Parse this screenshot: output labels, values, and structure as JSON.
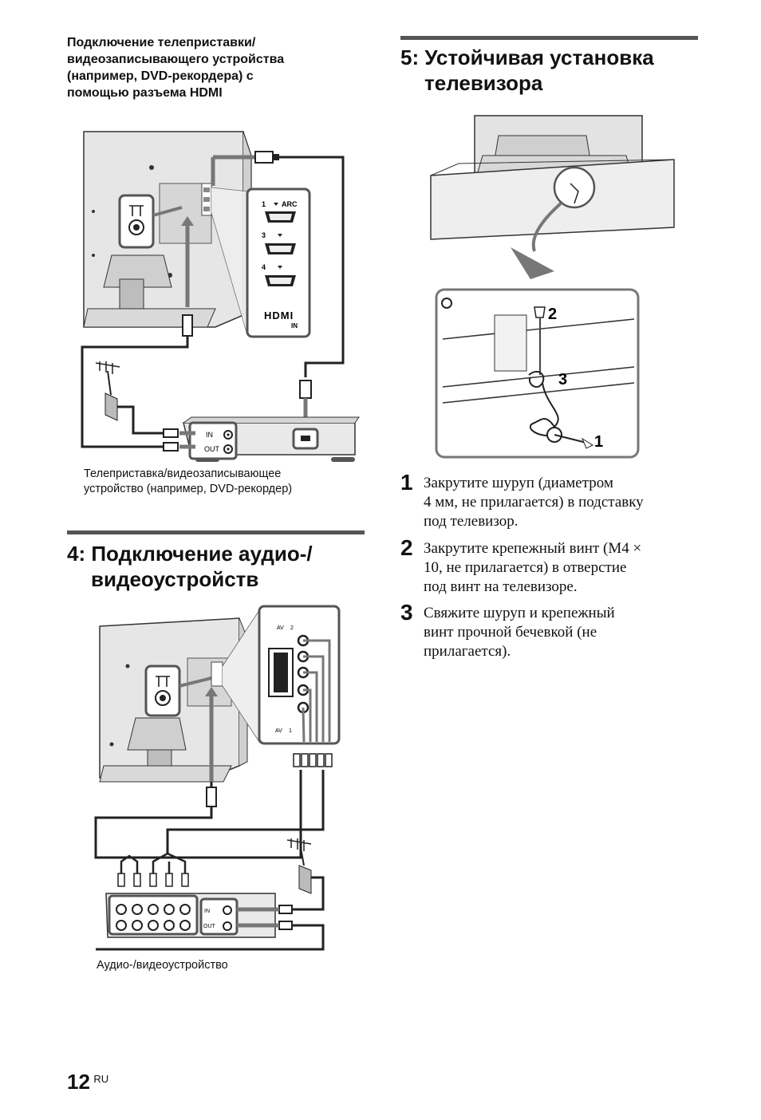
{
  "hdmi_section": {
    "title_lines": [
      "Подключение телеприставки/",
      "видеозаписывающего устройства",
      "(например, DVD-рекордера) с",
      "помощью разъема HDMI"
    ],
    "caption_lines": [
      "Телеприставка/видеозаписывающее",
      "устройство (например, DVD-рекордер)"
    ],
    "diagram_labels": {
      "port1": "1",
      "arc": "ARC",
      "port3": "3",
      "port4": "4",
      "hdmi_logo": "HDMI",
      "hdmi_in": "IN",
      "in": "IN",
      "out": "OUT"
    }
  },
  "section4": {
    "title_lines": [
      "4: Подключение аудио-/",
      "видеоустройств"
    ],
    "caption": "Аудио-/видеоустройство",
    "diagram_labels": {
      "av2": "AV",
      "av2_num": "2",
      "av1": "AV",
      "av1_num": "1",
      "in": "IN",
      "out": "OUT"
    }
  },
  "section5": {
    "title_lines": [
      "5: Устойчивая установка",
      "телевизора"
    ],
    "callouts": [
      "1",
      "2",
      "3"
    ],
    "steps": [
      {
        "num": "1",
        "lines": [
          "Закрутите шуруп (диаметром",
          "4 мм, не прилагается) в подставку",
          "под телевизор."
        ]
      },
      {
        "num": "2",
        "lines": [
          "Закрутите крепежный винт (M4 ×",
          "10, не прилагается) в отверстие",
          "под винт на телевизоре."
        ]
      },
      {
        "num": "3",
        "lines": [
          "Свяжите шуруп и крепежный",
          "винт прочной бечевкой (не",
          "прилагается)."
        ]
      }
    ]
  },
  "footer": {
    "page_number": "12",
    "lang": "RU"
  }
}
